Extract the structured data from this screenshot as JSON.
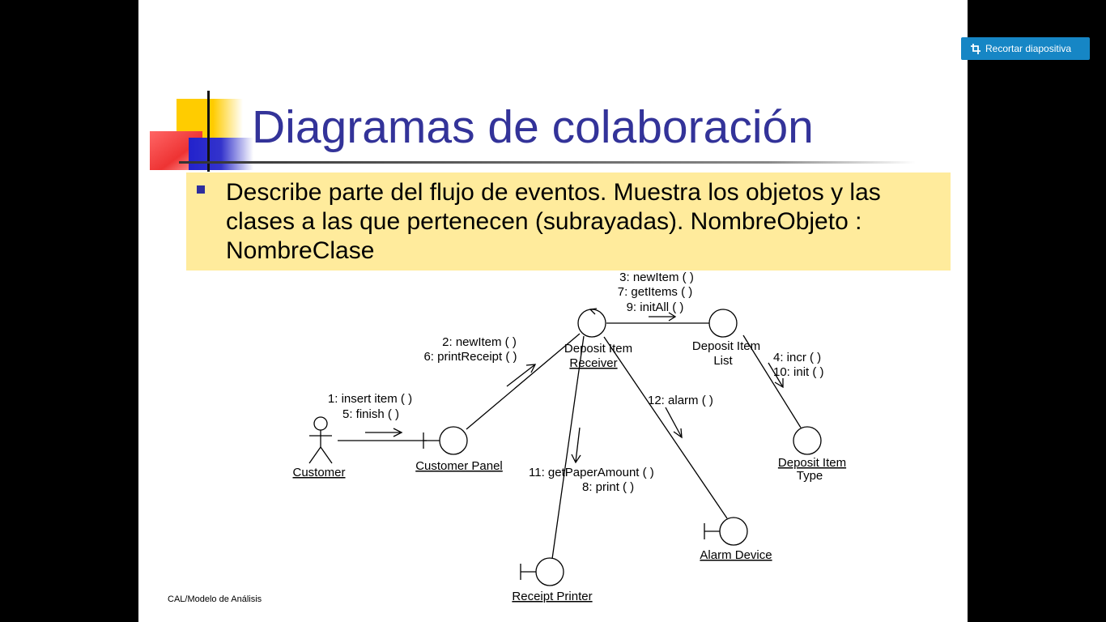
{
  "slide": {
    "title": "Diagramas de colaboración",
    "bullet": "Describe parte del flujo de eventos. Muestra los objetos y las clases a las que pertenecen (subrayadas). NombreObjeto : NombreClase",
    "footer": "CAL/Modelo de Análisis"
  },
  "toolbar": {
    "crop_button_label": "Recortar diapositiva",
    "crop_icon": "crop-icon"
  },
  "diagram": {
    "objects": {
      "customer": "Customer",
      "customer_panel": "Customer Panel",
      "receiver_line1": "Deposit Item",
      "receiver_line2": "Receiver",
      "list_line1": "Deposit Item",
      "list_line2": "List",
      "type_line1": "Deposit Item",
      "type_line2": "Type",
      "receipt_printer": "Receipt Printer",
      "alarm_device": "Alarm Device"
    },
    "messages": {
      "m1": "1: insert item ( )",
      "m5": "5: finish ( )",
      "m2": "2: newItem ( )",
      "m6": "6: printReceipt ( )",
      "m3": "3: newItem ( )",
      "m7": "7: getItems ( )",
      "m9": "9: initAll ( )",
      "m4": "4: incr ( )",
      "m10": "10: init ( )",
      "m12": "12: alarm ( )",
      "m11": "11: getPaperAmount ( )",
      "m8": "8: print ( )"
    }
  },
  "colors": {
    "title": "#333399",
    "bullet_background": "#ffeb9c",
    "bullet_marker": "#2e2e9e",
    "button": "#1686c5"
  }
}
